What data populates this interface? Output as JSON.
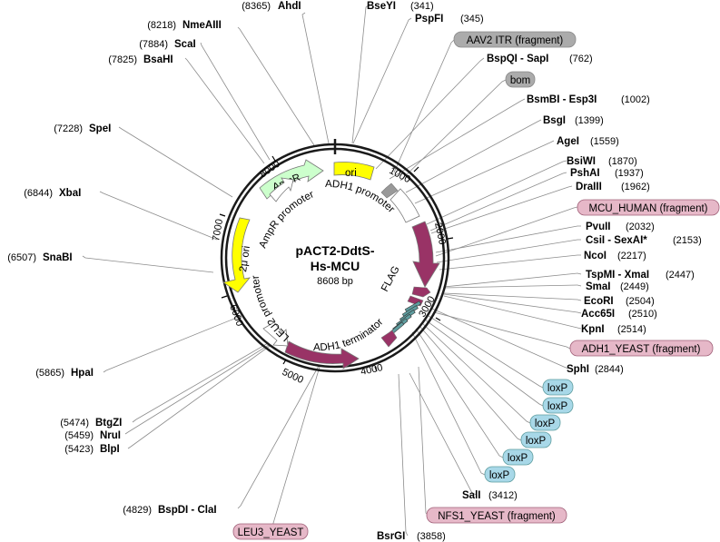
{
  "plasmid": {
    "name_line1": "pACT2-DdtS-",
    "name_line2": "Hs-MCU",
    "size_label": "8608 bp",
    "length": 8608
  },
  "ticks": [
    "1000",
    "2000",
    "3000",
    "4000",
    "5000",
    "6000",
    "7000",
    "8000"
  ],
  "colors": {
    "ori": "#ffff00",
    "promoter": "#ffffff",
    "ampR": "#ccffcc",
    "cds": "#993366",
    "loxP": "#5f9ea0",
    "misc": "#ababab",
    "protein_tag": "#e6b8c8",
    "loxp_tag": "#a8d8e8"
  },
  "restriction_sites": [
    {
      "name": "AhdI",
      "pos": "(8365)"
    },
    {
      "name": "NmeAIII",
      "pos": "(8218)"
    },
    {
      "name": "ScaI",
      "pos": "(7884)"
    },
    {
      "name": "BsaHI",
      "pos": "(7825)"
    },
    {
      "name": "SpeI",
      "pos": "(7228)"
    },
    {
      "name": "XbaI",
      "pos": "(6844)"
    },
    {
      "name": "SnaBI",
      "pos": "(6507)"
    },
    {
      "name": "HpaI",
      "pos": "(5865)"
    },
    {
      "name": "BtgZI",
      "pos": "(5474)"
    },
    {
      "name": "NruI",
      "pos": "(5459)"
    },
    {
      "name": "BlpI",
      "pos": "(5423)"
    },
    {
      "name": "BspDI - ClaI",
      "pos": "(4829)"
    },
    {
      "name": "BsrGI",
      "pos": "(3858)"
    },
    {
      "name": "SalI",
      "pos": "(3412)"
    },
    {
      "name": "SphI",
      "pos": "(2844)"
    },
    {
      "name": "KpnI",
      "pos": "(2514)"
    },
    {
      "name": "Acc65I",
      "pos": "(2510)"
    },
    {
      "name": "EcoRI",
      "pos": "(2504)"
    },
    {
      "name": "SmaI",
      "pos": "(2449)"
    },
    {
      "name": "TspMI - XmaI",
      "pos": "(2447)"
    },
    {
      "name": "NcoI",
      "pos": "(2217)"
    },
    {
      "name": "CsiI - SexAI*",
      "pos": "(2153)"
    },
    {
      "name": "PvuII",
      "pos": "(2032)"
    },
    {
      "name": "DraIII",
      "pos": "(1962)"
    },
    {
      "name": "PshAI",
      "pos": "(1937)"
    },
    {
      "name": "BsiWI",
      "pos": "(1870)"
    },
    {
      "name": "AgeI",
      "pos": "(1559)"
    },
    {
      "name": "BsgI",
      "pos": "(1399)"
    },
    {
      "name": "BsmBI - Esp3I",
      "pos": "(1002)"
    },
    {
      "name": "BspQI - SapI",
      "pos": "(762)"
    },
    {
      "name": "PspFI",
      "pos": "(345)"
    },
    {
      "name": "BseYI",
      "pos": "(341)"
    }
  ],
  "feature_tags": [
    {
      "label": "AAV2 ITR (fragment)",
      "kind": "misc"
    },
    {
      "label": "bom",
      "kind": "misc"
    },
    {
      "label": "MCU_HUMAN (fragment)",
      "kind": "protein"
    },
    {
      "label": "ADH1_YEAST (fragment)",
      "kind": "protein"
    },
    {
      "label": "loxP",
      "kind": "loxp"
    },
    {
      "label": "loxP",
      "kind": "loxp"
    },
    {
      "label": "loxP",
      "kind": "loxp"
    },
    {
      "label": "loxP",
      "kind": "loxp"
    },
    {
      "label": "loxP",
      "kind": "loxp"
    },
    {
      "label": "loxP",
      "kind": "loxp"
    },
    {
      "label": "NFS1_YEAST (fragment)",
      "kind": "protein"
    },
    {
      "label": "LEU3_YEAST",
      "kind": "protein"
    }
  ],
  "features": {
    "ori": "ori",
    "ampR": "AmpR",
    "ampR_promoter": "AmpR promoter",
    "adh1_promoter": "ADH1 promoter",
    "two_micron_ori": "2μ ori",
    "leu2_promoter": "LEU2 promoter",
    "adh1_terminator": "ADH1 terminator",
    "flag": "FLAG"
  }
}
